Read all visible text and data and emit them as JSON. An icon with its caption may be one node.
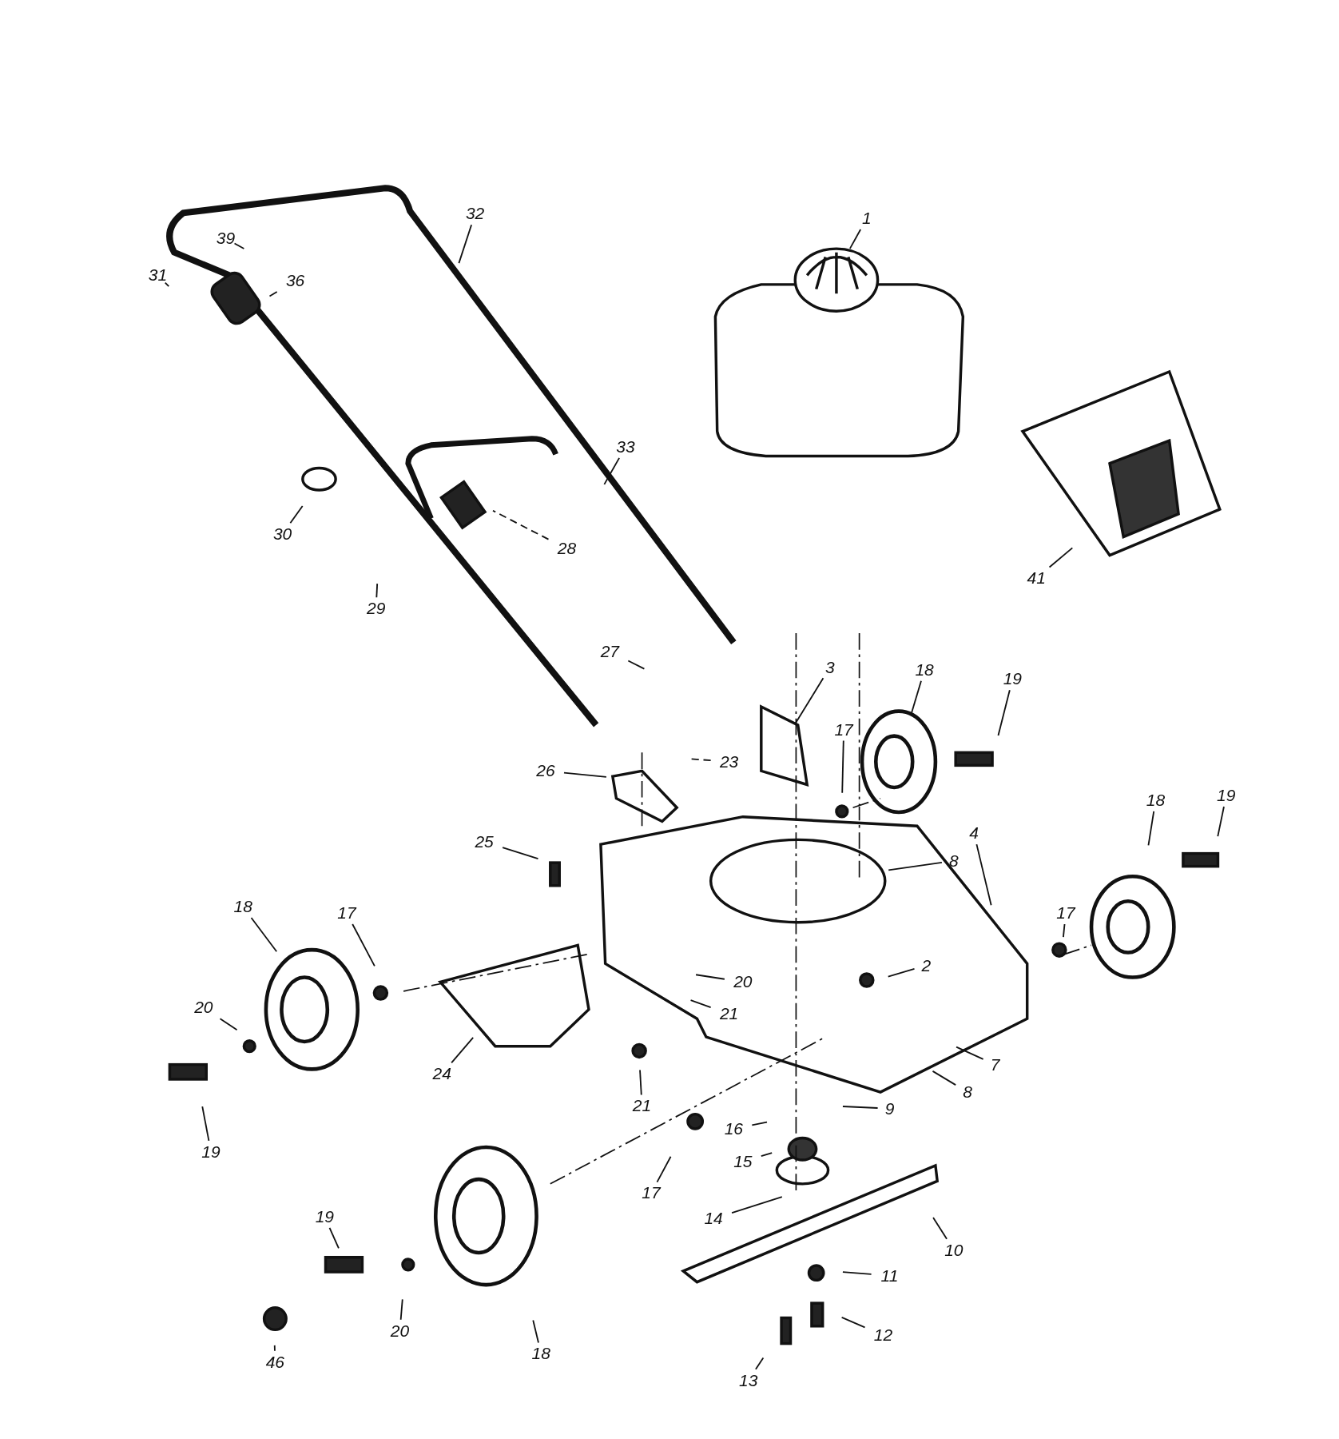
{
  "diagram": {
    "nodes": [
      {
        "text": [
          "32"
        ]
      },
      {
        "text": [
          "1"
        ]
      },
      {
        "text": [
          "39"
        ]
      },
      {
        "text": [
          "31"
        ]
      },
      {
        "text": [
          "36"
        ]
      },
      {
        "text": [
          "33"
        ]
      },
      {
        "text": [
          "30"
        ]
      },
      {
        "text": [
          "28"
        ]
      },
      {
        "text": [
          "41"
        ]
      },
      {
        "text": [
          "29"
        ]
      },
      {
        "text": [
          "27"
        ]
      },
      {
        "text": [
          "3"
        ]
      },
      {
        "text": [
          "18"
        ]
      },
      {
        "text": [
          "19"
        ]
      },
      {
        "text": [
          "17"
        ]
      },
      {
        "text": [
          "23"
        ]
      },
      {
        "text": [
          "26"
        ]
      },
      {
        "text": [
          "19"
        ]
      },
      {
        "text": [
          "18"
        ]
      },
      {
        "text": [
          "4"
        ]
      },
      {
        "text": [
          "25"
        ]
      },
      {
        "text": [
          "8"
        ]
      },
      {
        "text": [
          "18"
        ]
      },
      {
        "text": [
          "17"
        ]
      },
      {
        "text": [
          "17"
        ]
      },
      {
        "text": [
          "2"
        ]
      },
      {
        "text": [
          "20"
        ]
      },
      {
        "text": [
          "20"
        ]
      },
      {
        "text": [
          "21"
        ]
      },
      {
        "text": [
          "7"
        ]
      },
      {
        "text": [
          "24"
        ]
      },
      {
        "text": [
          "8"
        ]
      },
      {
        "text": [
          "21"
        ]
      },
      {
        "text": [
          "9"
        ]
      },
      {
        "text": [
          "16"
        ]
      },
      {
        "text": [
          "19"
        ]
      },
      {
        "text": [
          "15"
        ]
      },
      {
        "text": [
          "17"
        ]
      },
      {
        "text": [
          "14"
        ]
      },
      {
        "text": [
          "19"
        ]
      },
      {
        "text": [
          "10"
        ]
      },
      {
        "text": [
          "11"
        ]
      },
      {
        "text": [
          "20"
        ]
      },
      {
        "text": [
          "12"
        ]
      },
      {
        "text": [
          "46"
        ]
      },
      {
        "text": [
          "18"
        ]
      },
      {
        "text": [
          "13"
        ]
      }
    ],
    "edges": [
      {
        "from": 0,
        "to": null,
        "arrow": "none"
      },
      {
        "from": 1,
        "to": null,
        "arrow": "none"
      },
      {
        "from": 2,
        "to": null,
        "arrow": "none"
      },
      {
        "from": 3,
        "to": null,
        "arrow": "none"
      },
      {
        "from": 4,
        "to": null,
        "arrow": "none"
      },
      {
        "from": 5,
        "to": null,
        "arrow": "none"
      },
      {
        "from": 6,
        "to": null,
        "arrow": "none"
      },
      {
        "from": 7,
        "to": null,
        "arrow": "none",
        "style": "dashed"
      },
      {
        "from": 8,
        "to": null,
        "arrow": "none"
      },
      {
        "from": 9,
        "to": null,
        "arrow": "none"
      },
      {
        "from": 10,
        "to": null,
        "arrow": "none"
      },
      {
        "from": 11,
        "to": null,
        "arrow": "none"
      },
      {
        "from": 12,
        "to": null,
        "arrow": "none"
      },
      {
        "from": 13,
        "to": null,
        "arrow": "none"
      },
      {
        "from": 14,
        "to": null,
        "arrow": "none"
      },
      {
        "from": 15,
        "to": null,
        "arrow": "none",
        "style": "dashed"
      },
      {
        "from": 16,
        "to": null,
        "arrow": "none"
      },
      {
        "from": 17,
        "to": null,
        "arrow": "none"
      },
      {
        "from": 18,
        "to": null,
        "arrow": "none"
      },
      {
        "from": 19,
        "to": null,
        "arrow": "none"
      },
      {
        "from": 20,
        "to": null,
        "arrow": "none"
      },
      {
        "from": 21,
        "to": null,
        "arrow": "none"
      },
      {
        "from": 22,
        "to": null,
        "arrow": "none"
      },
      {
        "from": 23,
        "to": null,
        "arrow": "none"
      },
      {
        "from": 24,
        "to": null,
        "arrow": "none"
      },
      {
        "from": 25,
        "to": null,
        "arrow": "none"
      },
      {
        "from": 26,
        "to": null,
        "arrow": "none"
      },
      {
        "from": 27,
        "to": null,
        "arrow": "none"
      },
      {
        "from": 28,
        "to": null,
        "arrow": "none"
      },
      {
        "from": 29,
        "to": null,
        "arrow": "none"
      },
      {
        "from": 30,
        "to": null,
        "arrow": "none"
      },
      {
        "from": 31,
        "to": null,
        "arrow": "none"
      },
      {
        "from": 32,
        "to": null,
        "arrow": "none"
      },
      {
        "from": 33,
        "to": null,
        "arrow": "none"
      },
      {
        "from": 34,
        "to": null,
        "arrow": "none"
      },
      {
        "from": 35,
        "to": null,
        "arrow": "none"
      },
      {
        "from": 36,
        "to": null,
        "arrow": "none"
      },
      {
        "from": 37,
        "to": null,
        "arrow": "none"
      },
      {
        "from": 38,
        "to": null,
        "arrow": "none"
      },
      {
        "from": 39,
        "to": null,
        "arrow": "none"
      },
      {
        "from": 40,
        "to": null,
        "arrow": "none"
      },
      {
        "from": 41,
        "to": null,
        "arrow": "none"
      },
      {
        "from": 42,
        "to": null,
        "arrow": "none"
      },
      {
        "from": 43,
        "to": null,
        "arrow": "none"
      },
      {
        "from": 44,
        "to": null,
        "arrow": "none"
      },
      {
        "from": 45,
        "to": null,
        "arrow": "none"
      },
      {
        "from": 46,
        "to": null,
        "arrow": "none"
      }
    ]
  }
}
